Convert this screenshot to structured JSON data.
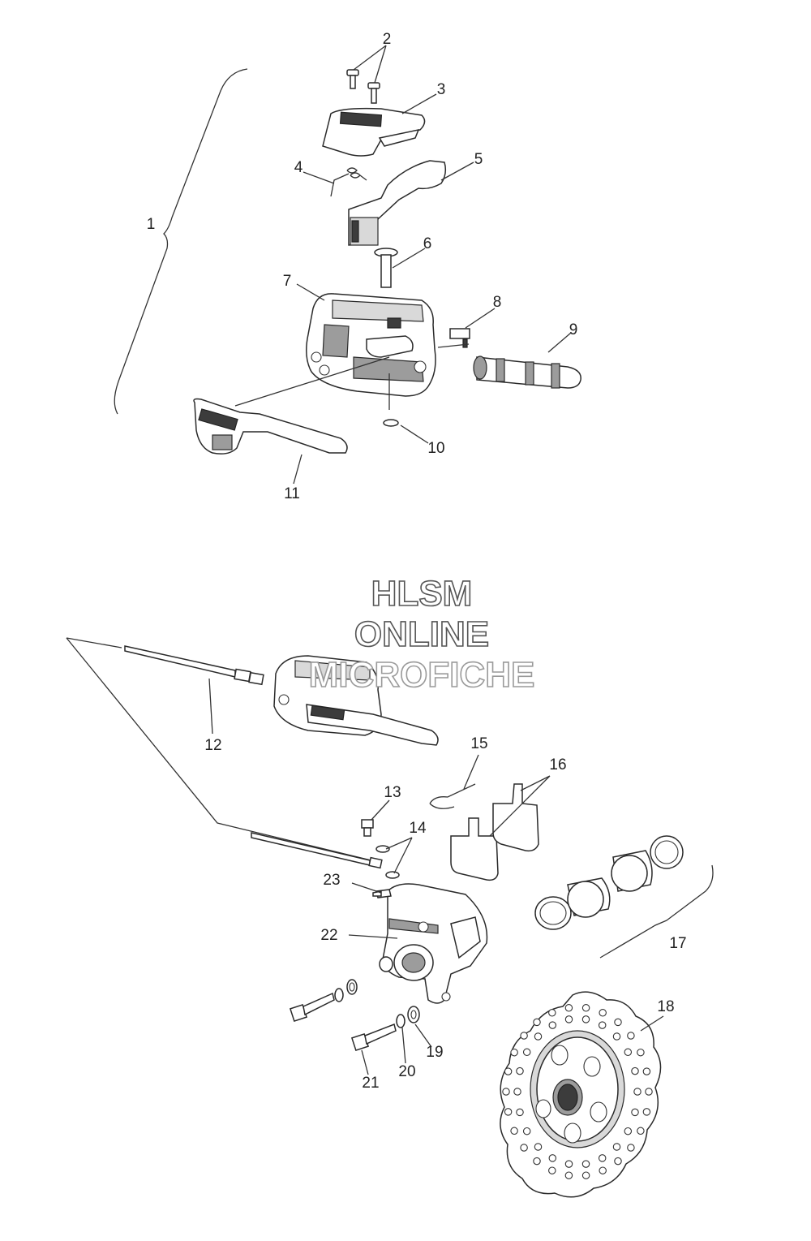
{
  "watermark": {
    "line1": "HLSM",
    "line2": "ONLINE",
    "line3": "MICROFICHE"
  },
  "callouts": [
    {
      "id": "c1",
      "text": "1"
    },
    {
      "id": "c2",
      "text": "2"
    },
    {
      "id": "c3",
      "text": "3"
    },
    {
      "id": "c4",
      "text": "4"
    },
    {
      "id": "c5",
      "text": "5"
    },
    {
      "id": "c6",
      "text": "6"
    },
    {
      "id": "c7",
      "text": "7"
    },
    {
      "id": "c8",
      "text": "8"
    },
    {
      "id": "c9",
      "text": "9"
    },
    {
      "id": "c10",
      "text": "10"
    },
    {
      "id": "c11",
      "text": "11"
    },
    {
      "id": "c12",
      "text": "12"
    },
    {
      "id": "c13",
      "text": "13"
    },
    {
      "id": "c14",
      "text": "14"
    },
    {
      "id": "c15",
      "text": "15"
    },
    {
      "id": "c16",
      "text": "16"
    },
    {
      "id": "c17",
      "text": "17"
    },
    {
      "id": "c18",
      "text": "18"
    },
    {
      "id": "c19",
      "text": "19"
    },
    {
      "id": "c20",
      "text": "20"
    },
    {
      "id": "c21",
      "text": "21"
    },
    {
      "id": "c22",
      "text": "22"
    },
    {
      "id": "c23",
      "text": "23"
    }
  ]
}
